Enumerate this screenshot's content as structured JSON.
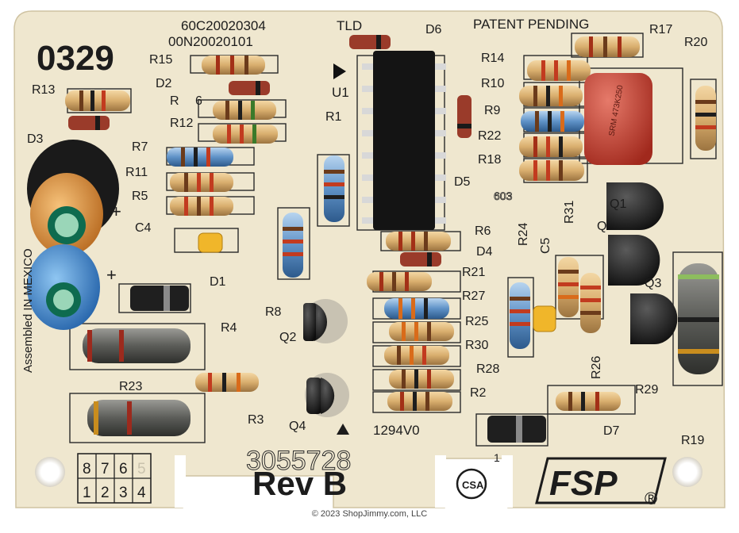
{
  "board": {
    "part_number": "0329",
    "code_line_1": "60C20020304",
    "code_line_2": "00N20020101",
    "tld": "TLD",
    "patent": "PATENT PENDING",
    "assembled": "Assembled IN MEXICO",
    "serial": "3055728",
    "revision": "Rev B",
    "date_code": "1294V0",
    "brand": "FSP",
    "registered": "®",
    "connector_top": [
      "8",
      "7",
      "6",
      "5"
    ],
    "connector_bottom": [
      "1",
      "2",
      "3",
      "4"
    ],
    "pin_one": "1",
    "ic_label": "U1",
    "cert": "CSA",
    "cap_text": "SRM 473K250",
    "smd_mark": "603"
  },
  "labels": {
    "R1": "R1",
    "R2": "R2",
    "R3": "R3",
    "R4": "R4",
    "R5": "R5",
    "R6a": "R",
    "R6b": "6",
    "R6": "R6",
    "R7": "R7",
    "R8": "R8",
    "R9": "R9",
    "R10": "R10",
    "R11": "R11",
    "R12": "R12",
    "R13": "R13",
    "R14": "R14",
    "R15": "R15",
    "R17": "R17",
    "R18": "R18",
    "R19": "R19",
    "R20": "R20",
    "R21": "R21",
    "R22": "R22",
    "R23": "R23",
    "R24": "R24",
    "R25": "R25",
    "R26": "R26",
    "R27": "R27",
    "R28": "R28",
    "R29": "R29",
    "R30": "R30",
    "R31": "R31",
    "D1": "D1",
    "D2": "D2",
    "D3": "D3",
    "D4": "D4",
    "D5": "D5",
    "D6": "D6",
    "D7": "D7",
    "C4": "C4",
    "C5": "C5",
    "Q1": "Q1",
    "Q2": "Q2",
    "Q3": "Q3",
    "Q4": "Q4",
    "Qx": "Q",
    "plus1": "+",
    "plus2": "+"
  },
  "copyright": "© 2023 ShopJimmy.com, LLC"
}
